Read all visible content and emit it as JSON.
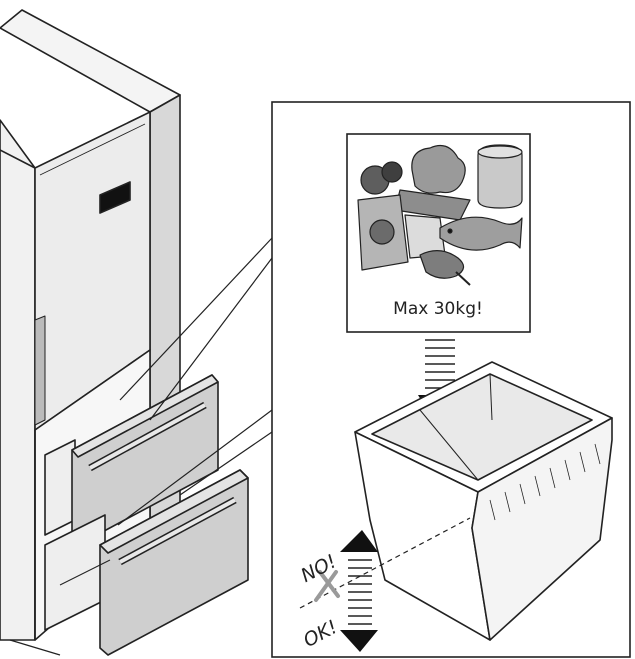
{
  "figure": {
    "weight_label": "Max 30kg!",
    "no_label": "NO!",
    "ok_label": "OK!",
    "line_color": "#222222",
    "panel_fill": "#d9d9d9",
    "drawer_fill": "#cfcfcf",
    "background": "#ffffff"
  },
  "icons": [
    "freezer-icon",
    "food-items-icon",
    "weight-arrow-icon",
    "no-mark-icon",
    "up-down-arrow-icon"
  ]
}
